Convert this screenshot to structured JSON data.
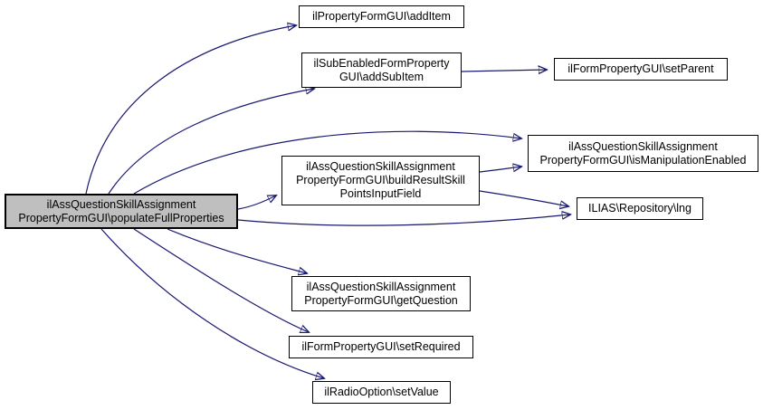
{
  "diagram": {
    "kind": "doxygen-call-graph",
    "background_color": "#ffffff",
    "edge_color": "#191970",
    "node_border_color": "#000000",
    "node_fill_color": "#ffffff",
    "highlight_fill_color": "#bfbfbf",
    "nodes": {
      "populateFullProperties": {
        "label": [
          "ilAssQuestionSkillAssignment",
          "PropertyFormGUI\\populateFullProperties"
        ],
        "highlighted": true
      },
      "addItem": {
        "label": [
          "ilPropertyFormGUI\\addItem"
        ]
      },
      "addSubItem": {
        "label": [
          "ilSubEnabledFormProperty",
          "GUI\\addSubItem"
        ]
      },
      "setParent": {
        "label": [
          "ilFormPropertyGUI\\setParent"
        ]
      },
      "isManipulationEnabled": {
        "label": [
          "ilAssQuestionSkillAssignment",
          "PropertyFormGUI\\isManipulationEnabled"
        ]
      },
      "buildResultSkillPointsInputField": {
        "label": [
          "ilAssQuestionSkillAssignment",
          "PropertyFormGUI\\buildResultSkill",
          "PointsInputField"
        ]
      },
      "lng": {
        "label": [
          "ILIAS\\Repository\\lng"
        ]
      },
      "getQuestion": {
        "label": [
          "ilAssQuestionSkillAssignment",
          "PropertyFormGUI\\getQuestion"
        ]
      },
      "setRequired": {
        "label": [
          "ilFormPropertyGUI\\setRequired"
        ]
      },
      "setValue": {
        "label": [
          "ilRadioOption\\setValue"
        ]
      }
    },
    "edges": [
      {
        "from": "populateFullProperties",
        "to": "addItem"
      },
      {
        "from": "populateFullProperties",
        "to": "addSubItem"
      },
      {
        "from": "populateFullProperties",
        "to": "isManipulationEnabled"
      },
      {
        "from": "populateFullProperties",
        "to": "buildResultSkillPointsInputField"
      },
      {
        "from": "populateFullProperties",
        "to": "lng"
      },
      {
        "from": "populateFullProperties",
        "to": "getQuestion"
      },
      {
        "from": "populateFullProperties",
        "to": "setRequired"
      },
      {
        "from": "populateFullProperties",
        "to": "setValue"
      },
      {
        "from": "addSubItem",
        "to": "setParent"
      },
      {
        "from": "buildResultSkillPointsInputField",
        "to": "isManipulationEnabled"
      },
      {
        "from": "buildResultSkillPointsInputField",
        "to": "lng"
      }
    ]
  }
}
